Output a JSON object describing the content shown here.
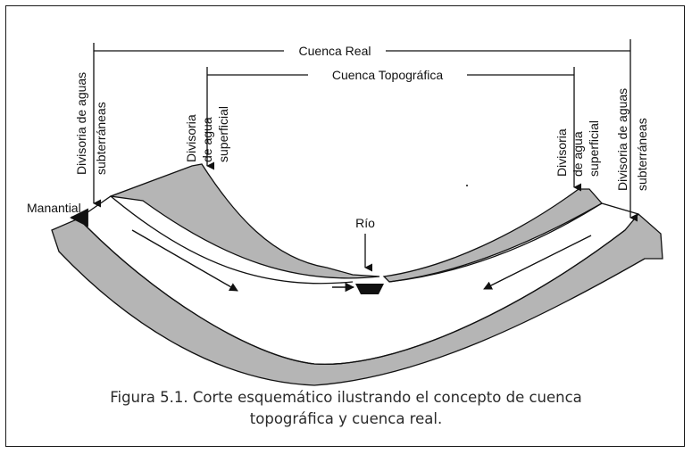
{
  "diagram": {
    "labels": {
      "cuenca_real": "Cuenca Real",
      "cuenca_topografica": "Cuenca Topográfica",
      "rio": "Río",
      "manantial": "Manantial",
      "divisoria_subterranea_izq": [
        "Divisoria de aguas",
        "subterráneas"
      ],
      "divisoria_superficial_izq": [
        "Divisoria",
        "de agua",
        "superficial"
      ],
      "divisoria_superficial_der": [
        "Divisoria",
        "de agua",
        "superficial"
      ],
      "divisoria_subterranea_der": [
        "Divisoria de aguas",
        "subterráneas"
      ]
    },
    "colors": {
      "gray_layer": "#b5b5b5",
      "white_layer": "#ffffff",
      "outline": "#111111",
      "caption_text": "#2a2a2a"
    }
  },
  "caption": {
    "line1": "Figura 5.1. Corte esquemático ilustrando el concepto de cuenca",
    "line2": "topográfica y cuenca real."
  }
}
